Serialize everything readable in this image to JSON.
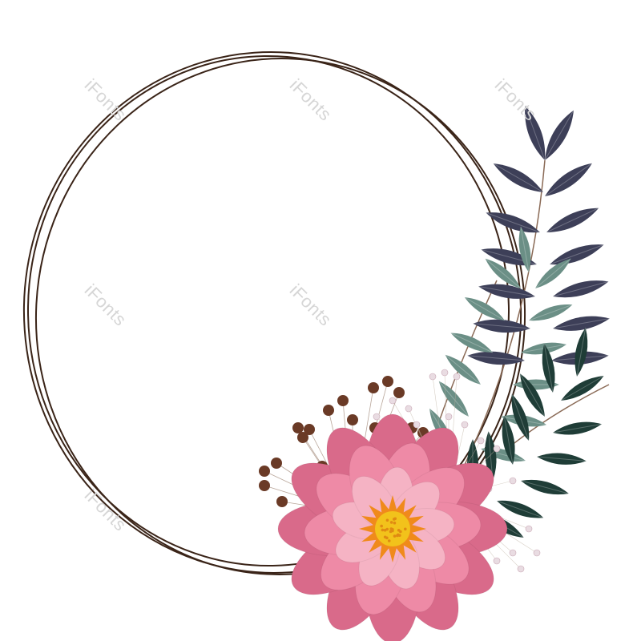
{
  "watermark": {
    "text": "iFonts"
  },
  "colors": {
    "background": "#ffffff",
    "ring": "#3a2418",
    "navy_leaf": "#3d3f58",
    "sage_leaf": "#6b8f86",
    "dark_green_leaf": "#1f3d37",
    "berry": "#6a3a26",
    "stem": "#8a6a56",
    "petal_outer": "#d96a8a",
    "petal_mid": "#ee8aa6",
    "petal_inner": "#f5b3c4",
    "flower_center": "#f2c21b",
    "flower_stamen": "#f08a1b",
    "baby_breath": "#e9dce2"
  },
  "icons": [
    "wreath-ring",
    "leaf-branch",
    "berry-sprig",
    "pink-flower",
    "babys-breath"
  ]
}
